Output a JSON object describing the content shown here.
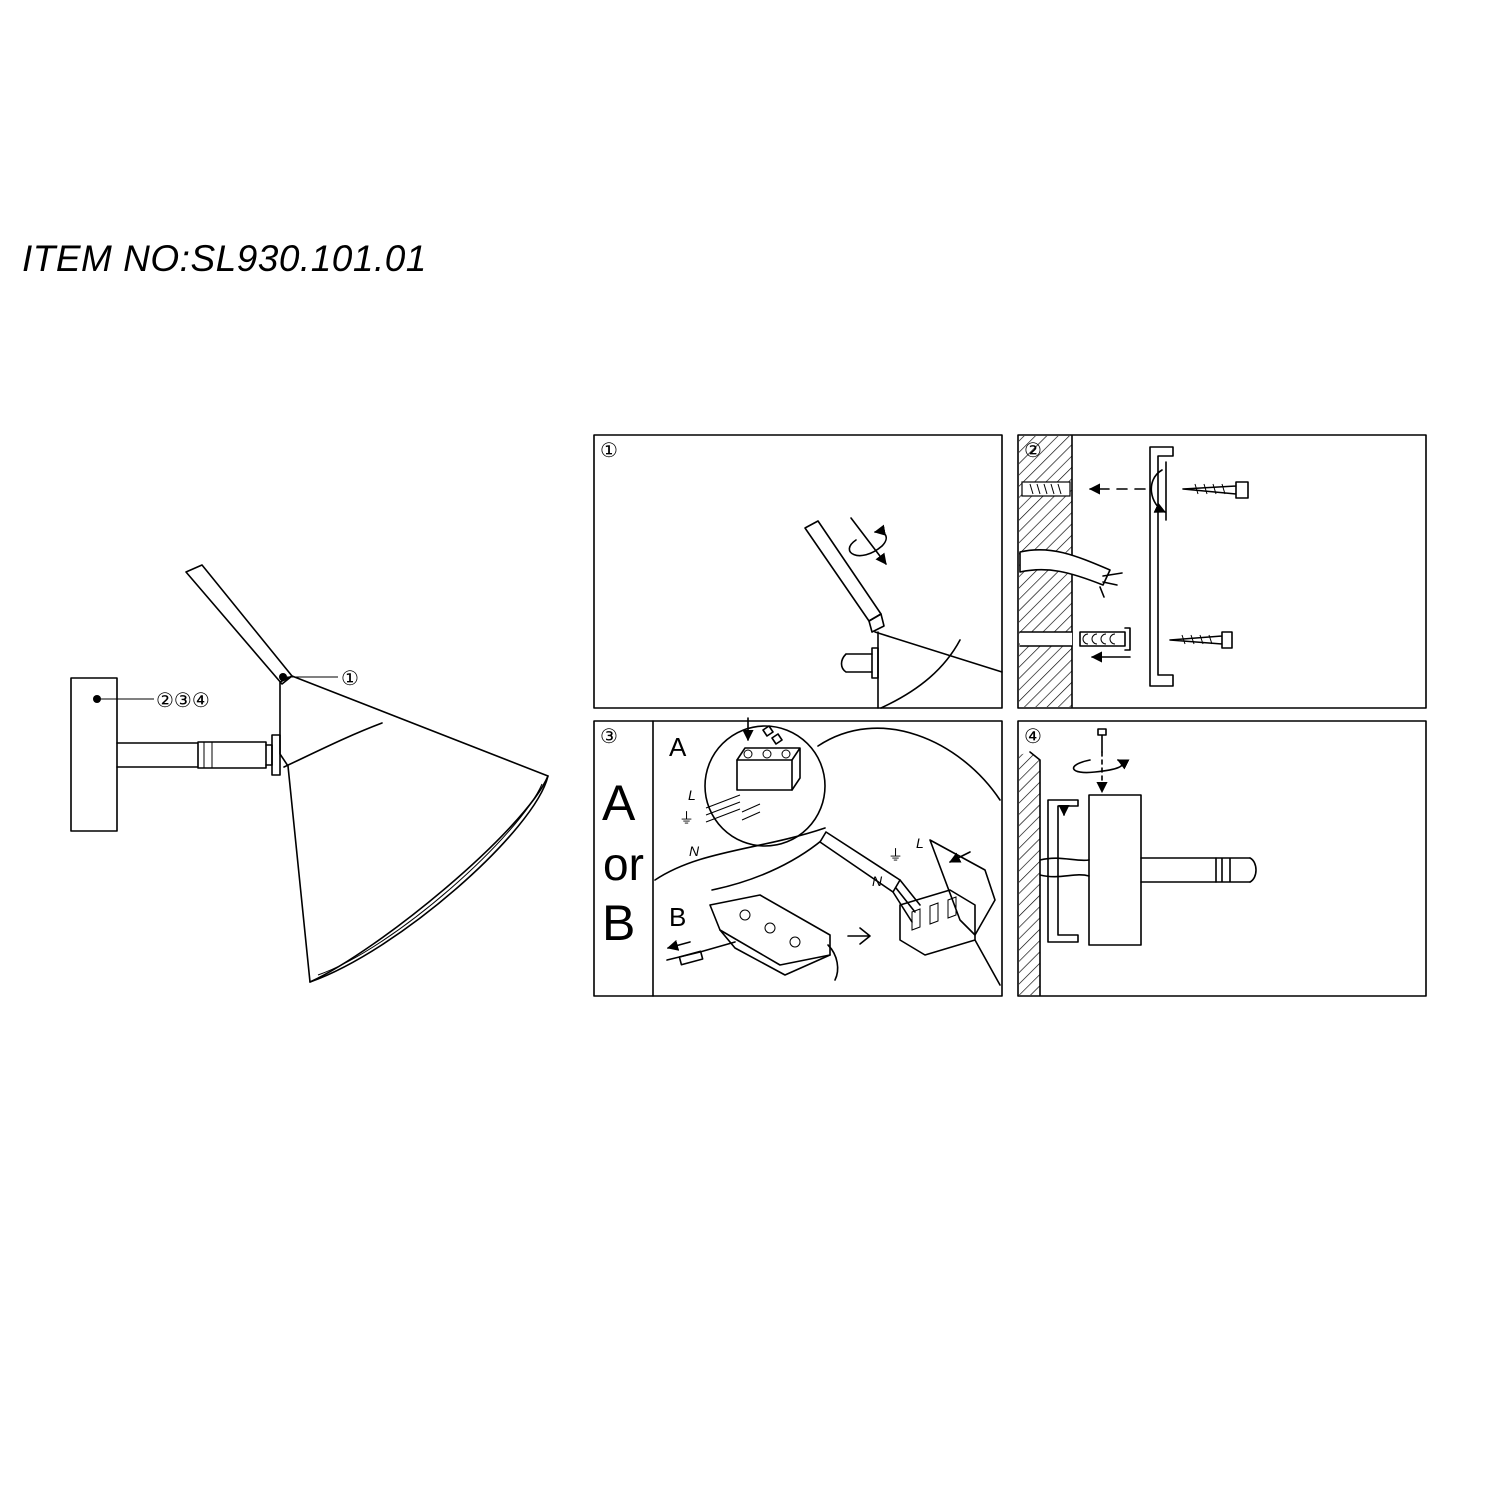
{
  "header": {
    "item_no": "ITEM NO:SL930.101.01"
  },
  "main_view": {
    "callout_arm": "①",
    "callout_base": "②③④"
  },
  "steps": [
    {
      "number": "①"
    },
    {
      "number": "②"
    },
    {
      "number": "③",
      "option_text": [
        "A",
        "or",
        "B"
      ],
      "option_a_label": "A",
      "option_b_label": "B",
      "wire_labels": {
        "live": "L",
        "neutral": "N",
        "earth": "⏚"
      }
    },
    {
      "number": "④"
    }
  ]
}
